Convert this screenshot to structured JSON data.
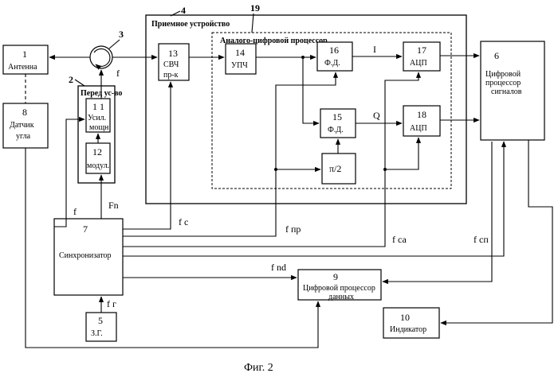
{
  "blocks": {
    "antenna": {
      "number": "1",
      "label": "Антенна"
    },
    "transmitter": {
      "number": "2",
      "label": "Перед ус-во"
    },
    "circulator": {
      "number": "3"
    },
    "receiver": {
      "number": "4",
      "label": "Приемное устройство"
    },
    "signal_processor": {
      "number": "6",
      "line1": "Цифровой",
      "line2": "процессор",
      "line3": "сигналов"
    },
    "synchronizer": {
      "number": "7",
      "label": "Синхронизатор"
    },
    "angle_sensor": {
      "number": "8",
      "line1": "Датчик",
      "line2": "угла"
    },
    "data_processor": {
      "number": "9",
      "line1": "Цифровой процессор",
      "line2": "данных"
    },
    "indicator": {
      "number": "10",
      "label": "Индикатор"
    },
    "power_amp": {
      "number": "1 1",
      "line1": "Усил.",
      "line2": "мощн"
    },
    "modulator": {
      "number": "12",
      "label": "модул."
    },
    "microwave_rx": {
      "number": "13",
      "line1": "СВЧ",
      "line2": "пр-к"
    },
    "if_amp": {
      "number": "14",
      "label": "УПЧ"
    },
    "phase_det_q": {
      "number": "15",
      "label": "Ф.Д."
    },
    "phase_det_i": {
      "number": "16",
      "label": "Ф.Д."
    },
    "adc_i": {
      "number": "17",
      "label": "АЦП"
    },
    "adc_q": {
      "number": "18",
      "label": "АЦП"
    },
    "adc_processor": {
      "number": "19",
      "label": "Аналого-цифровой процессор"
    },
    "clock_gen": {
      "number": "5",
      "label": "З.Г."
    },
    "phase_shift": {
      "label": "π/2"
    }
  },
  "signals": {
    "f_top": "f",
    "f_left": "f",
    "fn": "Fn",
    "fc": "f с",
    "fpr": "f пр",
    "fca": "f са",
    "fcp": "f сп",
    "fnd": "f nd",
    "fg": "f г",
    "i": "I",
    "q": "Q"
  },
  "caption": "Фиг. 2"
}
